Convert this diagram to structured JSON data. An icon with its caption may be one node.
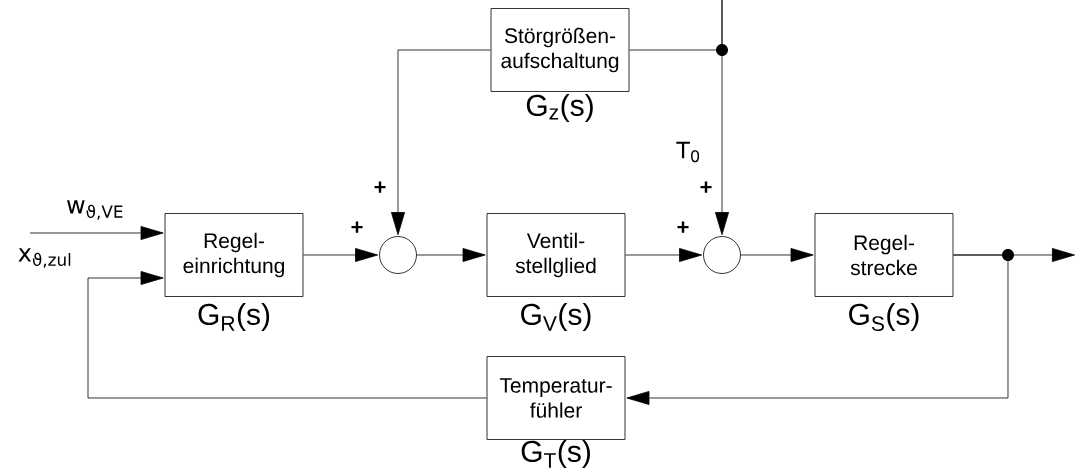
{
  "diagram": {
    "nodes": [
      {
        "text": [
          "Regel- einrichtung"
        ],
        "beside": [
          "G$_{R}$(s)"
        ]
      },
      {
        "text": [
          "Störgrößen- aufschaltung"
        ],
        "beside": [
          "G$_{z}$(s)"
        ]
      },
      {
        "text": [],
        "shape": "circle"
      },
      {
        "text": [
          "Ventil- stellglied"
        ],
        "beside": [
          "G$_{V}$(s)"
        ]
      },
      {
        "text": [],
        "shape": "circle"
      },
      {
        "text": [
          "Regel- strecke"
        ],
        "beside": [
          "G$_{S}$(s)"
        ]
      },
      {
        "text": [
          "Temperatur- fühler"
        ],
        "beside": [
          "G$_{T}$(s)"
        ]
      }
    ],
    "edges": [
      {
        "from": null,
        "to": 0,
        "arrow": "to",
        "label": "w$_{ϑ,VE}$"
      },
      {
        "from": 0,
        "to": 2,
        "arrow": "to",
        "label": "+"
      },
      {
        "from": 1,
        "to": 2,
        "arrow": "to",
        "label": "+"
      },
      {
        "from": 2,
        "to": 3,
        "arrow": "to"
      },
      {
        "from": 3,
        "to": 4,
        "arrow": "to",
        "label": "+"
      },
      {
        "from": null,
        "to": 4,
        "arrow": "to",
        "label": "+"
      },
      {
        "from": null,
        "to": 1,
        "arrow": "none"
      },
      {
        "from": 4,
        "to": 5,
        "arrow": "to"
      },
      {
        "from": 5,
        "to": null,
        "arrow": "to"
      },
      {
        "from": 5,
        "to": 6,
        "arrow": "to"
      },
      {
        "from": 6,
        "to": 0,
        "arrow": "to"
      }
    ],
    "labels": [
      "x$_{ϑ,zul}$",
      "T$_{0}$"
    ]
  }
}
